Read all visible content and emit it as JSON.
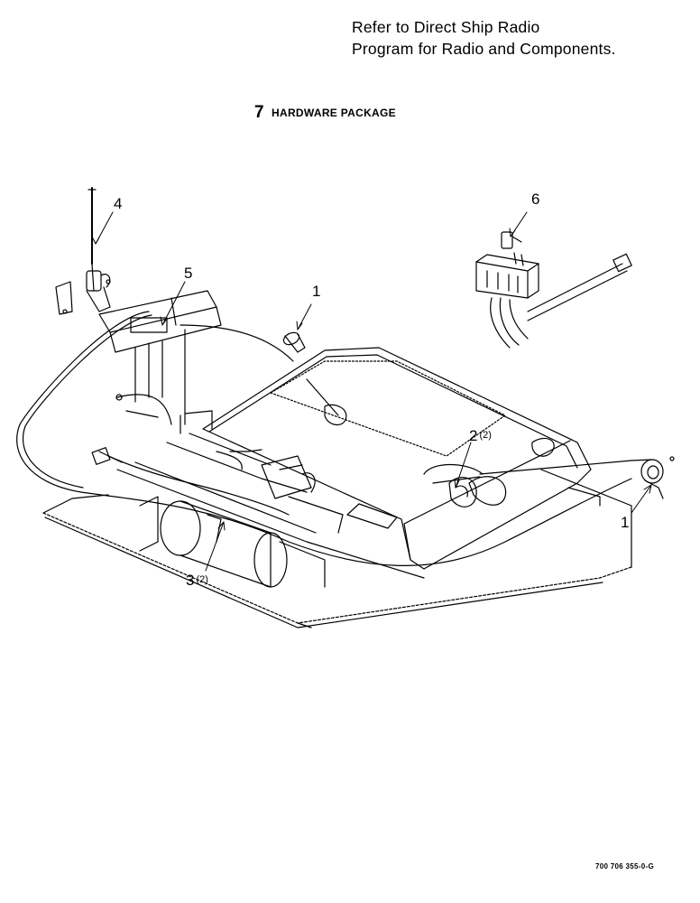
{
  "note": {
    "line1": "Refer to Direct Ship Radio",
    "line2": "Program for Radio and Components."
  },
  "package": {
    "number": "7",
    "label": "HARDWARE PACKAGE"
  },
  "callouts": [
    {
      "number": "1",
      "qty": ""
    },
    {
      "number": "1",
      "qty": ""
    },
    {
      "number": "2",
      "qty": "(2)"
    },
    {
      "number": "3",
      "qty": "(2)"
    },
    {
      "number": "4",
      "qty": ""
    },
    {
      "number": "5",
      "qty": ""
    },
    {
      "number": "6",
      "qty": ""
    }
  ],
  "figure_id": "700 706 355-0-G"
}
